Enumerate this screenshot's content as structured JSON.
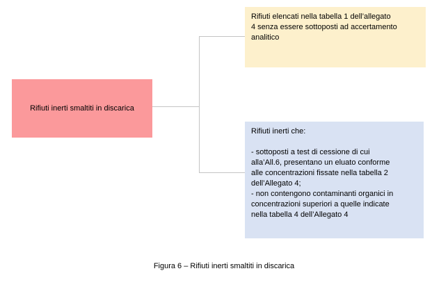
{
  "figure": {
    "caption": "Figura 6 – Rifiuti inerti smaltiti in discarica"
  },
  "flowchart": {
    "root_box": {
      "text": "Rifiuti inerti smaltiti in discarica",
      "fill": "#FB999B"
    },
    "top_box": {
      "text": "Rifiuti elencati nella tabella 1 dell’allegato\n4 senza essere sottoposti ad accertamento\nanalitico",
      "fill": "#FDF0CC"
    },
    "bottom_box": {
      "text": "Rifiuti inerti che:\n\n- sottoposti a test di cessione di cui\nalla’All.6, presentano un eluato conforme\nalle concentrazioni fissate nella tabella 2\ndell’Allegato 4;\n- non contengono contaminanti organici in\nconcentrazioni superiori a quelle indicate\nnella tabella 4 dell’Allegato 4",
      "fill": "#D9E2F3"
    },
    "connector_color": "#C4C4C4"
  }
}
